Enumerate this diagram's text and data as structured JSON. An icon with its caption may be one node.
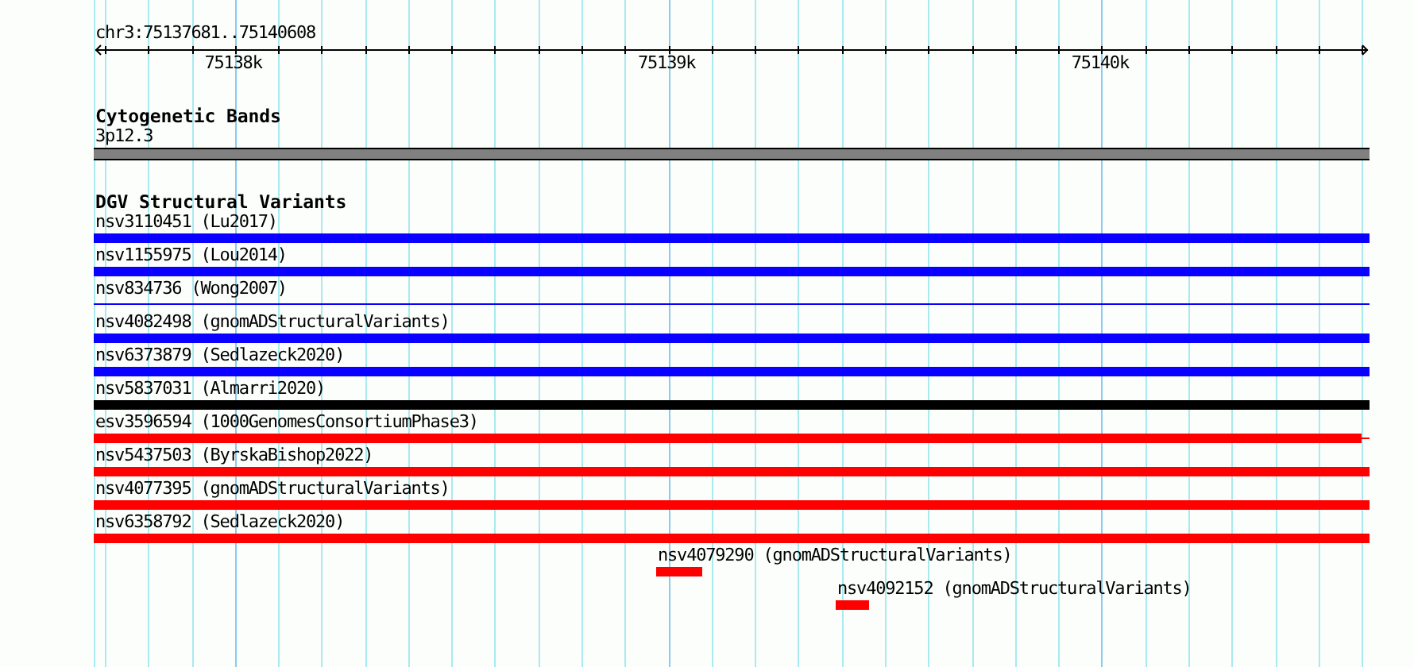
{
  "diagram": {
    "nodes": [
      {
        "text": [
          "3p12.3"
        ]
      },
      {
        "text": [
          "nsv3110451 (Lu2017)"
        ]
      },
      {
        "text": [
          "nsv1155975 (Lou2014)"
        ]
      },
      {
        "text": [
          "nsv834736 (Wong2007)"
        ]
      },
      {
        "text": [
          "nsv4082498 (gnomADStructuralVariants)"
        ]
      },
      {
        "text": [
          "nsv6373879 (Sedlazeck2020)"
        ]
      },
      {
        "text": [
          "nsv5837031 (Almarri2020)"
        ]
      },
      {
        "text": [
          "esv3596594 (1000GenomesConsortiumPhase3)"
        ]
      },
      {
        "text": [
          "nsv5437503 (ByrskaBishop2022)"
        ]
      },
      {
        "text": [
          "nsv4077395 (gnomADStructuralVariants)"
        ]
      },
      {
        "text": [
          "nsv6358792 (Sedlazeck2020)"
        ]
      },
      {
        "text": [
          "nsv4079290 (gnomADStructuralVariants)"
        ]
      },
      {
        "text": [
          "nsv4092152 (gnomADStructuralVariants)"
        ]
      }
    ],
    "labels": [
      "chr3:75137681..75140608",
      "75138k",
      "75139k",
      "75140k",
      "Cytogenetic Bands",
      "DGV Structural Variants"
    ]
  }
}
